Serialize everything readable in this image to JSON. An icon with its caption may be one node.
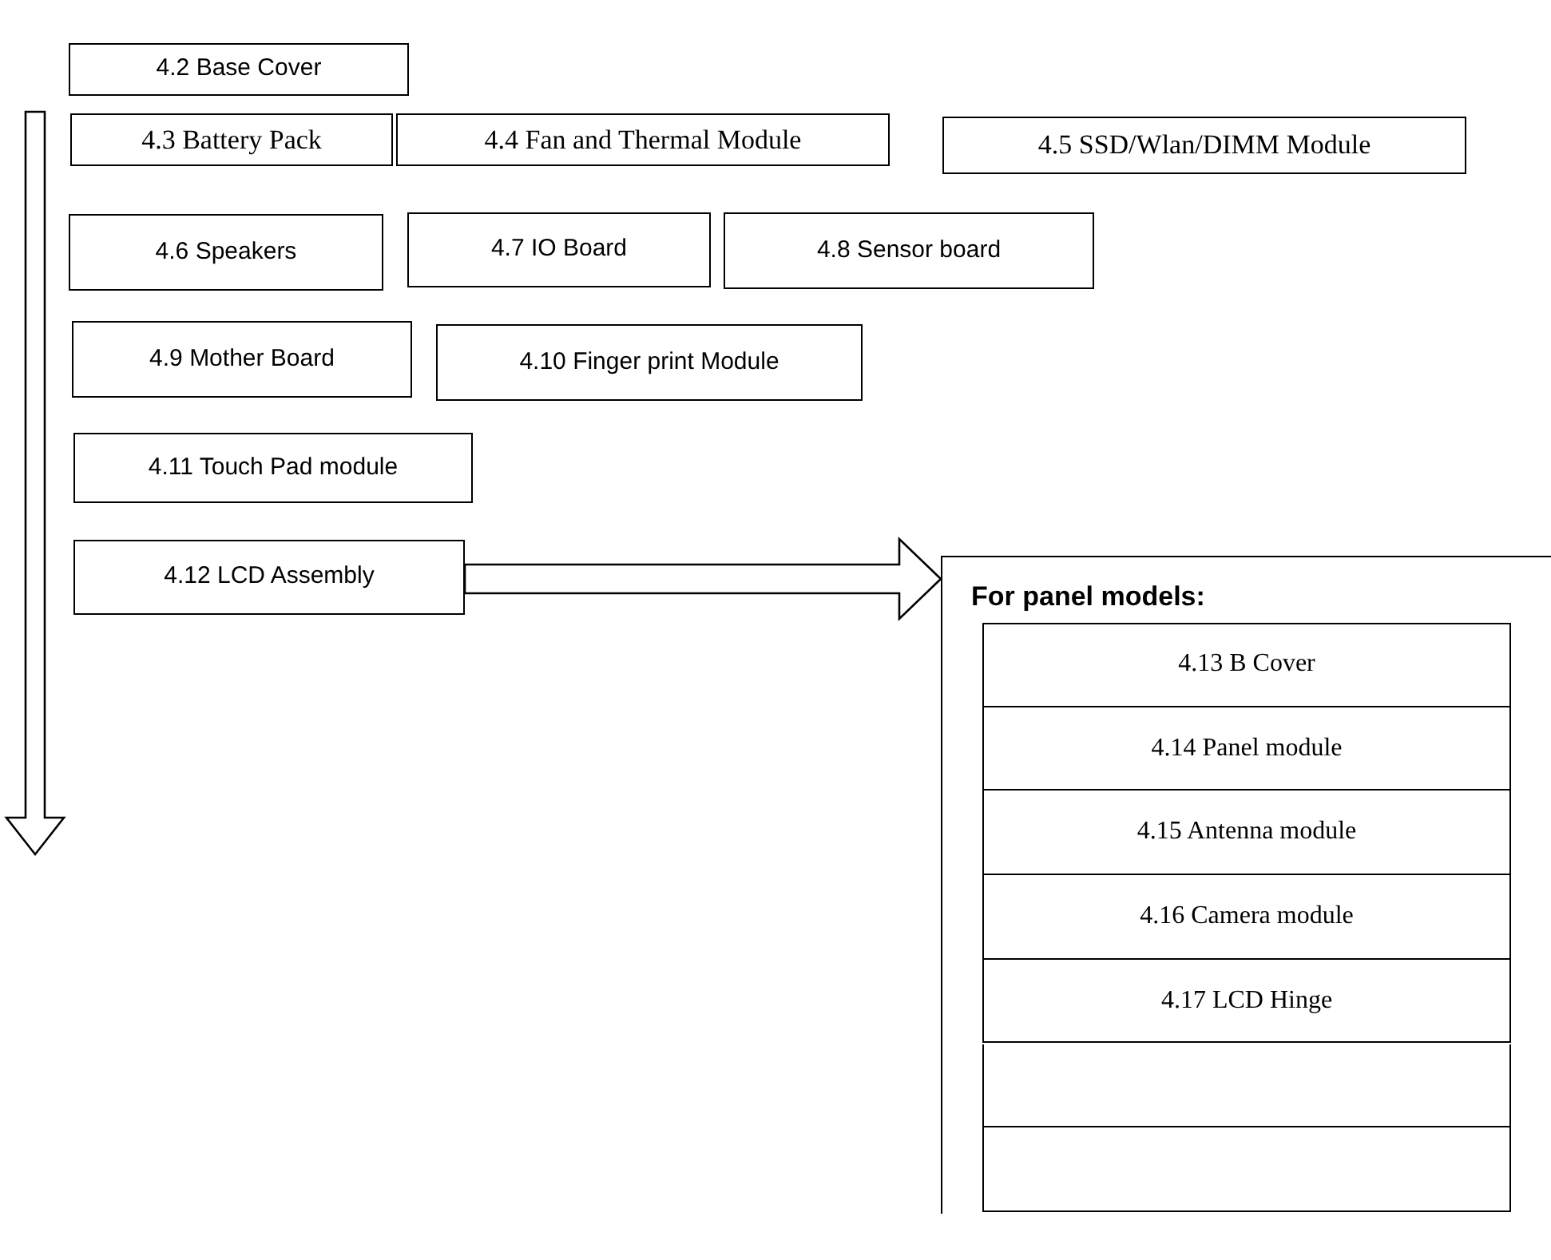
{
  "diagram": {
    "nodes": [
      {
        "text": [
          "4.2 Base Cover"
        ]
      },
      {
        "text": [
          "4.3 Battery Pack"
        ]
      },
      {
        "text": [
          "4.4 Fan and Thermal Module"
        ]
      },
      {
        "text": [
          "4.5 SSD/Wlan/DIMM Module"
        ]
      },
      {
        "text": [
          "4.6 Speakers"
        ]
      },
      {
        "text": [
          "4.7 IO Board"
        ]
      },
      {
        "text": [
          "4.8 Sensor board"
        ]
      },
      {
        "text": [
          "4.9 Mother Board"
        ]
      },
      {
        "text": [
          "4.10 Finger print Module"
        ]
      },
      {
        "text": [
          "4.11 Touch Pad module"
        ]
      },
      {
        "text": [
          "4.12 LCD Assembly"
        ]
      },
      {
        "text": [
          "For panel models:"
        ]
      },
      {
        "text": [
          "4.13 B Cover"
        ],
        "in": 11
      },
      {
        "text": [
          "4.14 Panel module"
        ],
        "in": 11
      },
      {
        "text": [
          "4.15 Antenna module"
        ],
        "in": 11
      },
      {
        "text": [
          "4.16 Camera module"
        ],
        "in": 11
      },
      {
        "text": [
          "4.17 LCD Hinge"
        ],
        "in": 11
      },
      {
        "text": [],
        "shape": "box",
        "in": 11
      },
      {
        "text": [],
        "shape": "box",
        "in": 11
      }
    ],
    "edges": [
      {
        "from": 10,
        "to": 11,
        "arrow": "to"
      }
    ]
  }
}
